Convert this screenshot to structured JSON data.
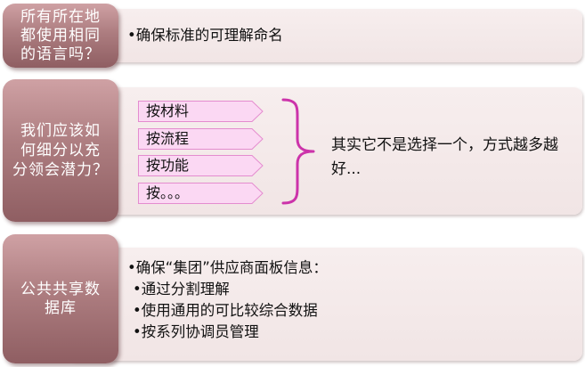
{
  "rows": [
    {
      "header_lines": [
        "所有所在地",
        "都使用相同",
        "的语言吗？"
      ],
      "bullets": [
        "•确保标准的可理解命名"
      ]
    },
    {
      "header_lines": [
        "我们应该如",
        "何细分以充",
        "分领会潜力？"
      ],
      "tags": [
        "按材料",
        "按流程",
        "按功能",
        "按。。。"
      ],
      "note": "其实它不是选择一个，方式越多越好..."
    },
    {
      "header_lines": [
        "公共共享数",
        "据库"
      ],
      "bullets": [
        "•确保“集团”供应商面板信息：",
        " •通过分割理解",
        " •使用通用的可比较综合数据",
        " •按系列协调员管理"
      ]
    }
  ],
  "colors": {
    "header_top": "#cfa1a4",
    "header_bottom": "#8f5e62",
    "bar_bg": "#f4eaea",
    "tag_fill": "#fbd8f3",
    "tag_border": "#e48ccf",
    "brace": "#cc33aa"
  }
}
